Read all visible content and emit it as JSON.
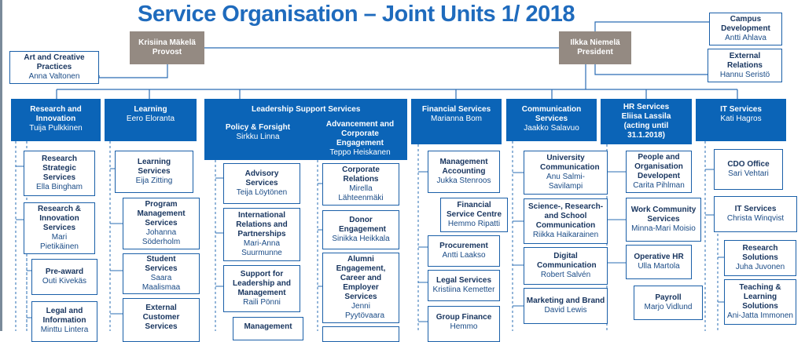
{
  "title": "Service Organisation – Joint Units 1/ 2018",
  "provost": {
    "name": "Krisiina Mäkelä",
    "role": "Provost"
  },
  "president": {
    "name": "Ilkka Niemelä",
    "role": "President"
  },
  "side_units": {
    "art": {
      "name": "Art and Creative Practices",
      "person": "Anna Valtonen"
    },
    "campus": {
      "name": "Campus Development",
      "person": "Antti Ahlava"
    },
    "external": {
      "name": "External Relations",
      "person": "Hannu Seristö"
    }
  },
  "columns": {
    "research": {
      "name": "Research and Innovation",
      "person": "Tuija Pulkkinen",
      "units": [
        {
          "name": "Research Strategic Services",
          "person": "Ella Bingham"
        },
        {
          "name": "Research & Innovation Services",
          "person": "Mari Pietikäinen"
        },
        {
          "name": "Pre-award",
          "person": "Outi Kivekäs"
        },
        {
          "name": "Legal and Information",
          "person": "Minttu Lintera"
        }
      ]
    },
    "learning": {
      "name": "Learning",
      "person": "Eero Eloranta",
      "units": [
        {
          "name": "Learning Services",
          "person": "Eija Zitting"
        },
        {
          "name": "Program Management Services",
          "person": "Johanna Söderholm"
        },
        {
          "name": "Student Services",
          "person": "Saara Maalismaa"
        },
        {
          "name": "External Customer Services",
          "person": ""
        }
      ]
    },
    "lss": {
      "name": "Leadership Support Services",
      "policy": {
        "name": "Policy & Forsight",
        "person": "Sirkku Linna"
      },
      "advancement": {
        "name": "Advancement and Corporate Engagement",
        "person": "Teppo Heiskanen"
      },
      "left_units": [
        {
          "name": "Advisory Services",
          "person": "Teija Löytönen"
        },
        {
          "name": "International Relations and Partnerships",
          "person": "Mari-Anna Suurmunne"
        },
        {
          "name": "Support for Leadership and Management",
          "person": "Raili Pönni"
        },
        {
          "name": "Management",
          "person": ""
        }
      ],
      "right_units": [
        {
          "name": "Corporate Relations",
          "person": "Mirella Lähteenmäki"
        },
        {
          "name": "Donor Engagement",
          "person": "Sinikka Heikkala"
        },
        {
          "name": "Alumni Engagement, Career and Employer Services",
          "person": "Jenni Pyytövaara"
        }
      ]
    },
    "financial": {
      "name": "Financial Services",
      "person": "Marianna Bom",
      "units": [
        {
          "name": "Management Accounting",
          "person": "Jukka Stenroos"
        },
        {
          "name": "Financial Service Centre",
          "person": "Hemmo Ripatti"
        },
        {
          "name": "Procurement",
          "person": "Antti Laakso"
        },
        {
          "name": "Legal Services",
          "person": "Kristiina Kemetter"
        },
        {
          "name": "Group Finance",
          "person": "Hemmo"
        }
      ]
    },
    "communication": {
      "name": "Communication Services",
      "person": "Jaakko Salavuo",
      "units": [
        {
          "name": "University Communication",
          "person": "Anu Salmi-Savilampi"
        },
        {
          "name": "Science-, Research- and School Communication",
          "person": "Riikka Haikarainen"
        },
        {
          "name": "Digital Communication",
          "person": "Robert Salvén"
        },
        {
          "name": "Marketing and Brand",
          "person": "David Lewis"
        }
      ]
    },
    "hr": {
      "name": "HR Services",
      "person": "Eliisa Lassila",
      "note": "(acting until 31.1.2018)",
      "units": [
        {
          "name": "People and Organisation Developent",
          "person": "Carita Pihlman"
        },
        {
          "name": "Work Community Services",
          "person": "Minna-Mari Moisio"
        },
        {
          "name": "Operative HR",
          "person": "Ulla Martola"
        },
        {
          "name": "Payroll",
          "person": "Marjo Vidlund"
        }
      ]
    },
    "it": {
      "name": "IT Services",
      "person": "Kati Hagros",
      "units": [
        {
          "name": "CDO Office",
          "person": "Sari Vehtari"
        },
        {
          "name": "IT Services",
          "person": "Christa Winqvist"
        },
        {
          "name": "Research Solutions",
          "person": "Juha Juvonen"
        },
        {
          "name": "Teaching & Learning Solutions",
          "person": "Ani-Jatta Immonen"
        }
      ]
    }
  },
  "colors": {
    "title": "#1f6bbd",
    "header": "#0b64b7",
    "leader": "#948a82",
    "border": "#1a5fa8",
    "line": "#2a6cb3"
  }
}
